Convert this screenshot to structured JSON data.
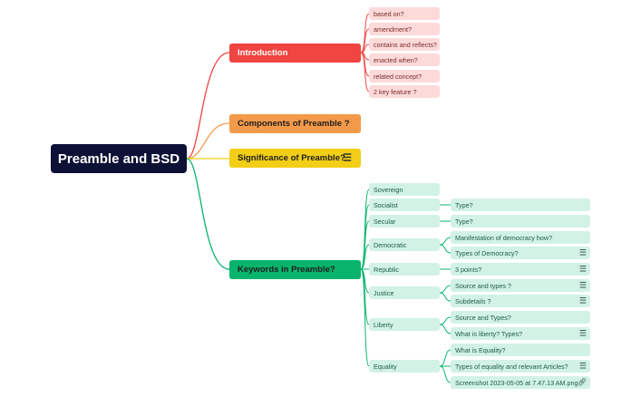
{
  "root": {
    "label": "Preamble and BSD"
  },
  "branches": {
    "introduction": {
      "label": "Introduction",
      "color": "#f04540",
      "children": [
        "based on?",
        "amendment?",
        "contains and reflects?",
        "enacted when?",
        "related concept?",
        "2 key feature ?"
      ]
    },
    "components": {
      "label": "Components of Preamble ?",
      "color": "#f39a4a"
    },
    "significance": {
      "label": "Significance of Preamble?",
      "color": "#f2ce16",
      "note_icon": "note-icon"
    },
    "keywords": {
      "label": "Keywords in Preamble?",
      "color": "#08b46c",
      "children": [
        {
          "label": "Sovereign",
          "children": []
        },
        {
          "label": "Socialist",
          "children": [
            {
              "label": "Type?"
            }
          ]
        },
        {
          "label": "Secular",
          "children": [
            {
              "label": "Type?"
            }
          ]
        },
        {
          "label": "Democratic",
          "children": [
            {
              "label": "Manifestation of democracy how?"
            },
            {
              "label": "Types of Democracy?",
              "icon": "note-icon"
            }
          ]
        },
        {
          "label": "Republic",
          "children": [
            {
              "label": "3 points?",
              "icon": "note-icon"
            }
          ]
        },
        {
          "label": "Justice",
          "children": [
            {
              "label": "Source and types ?",
              "icon": "note-icon"
            },
            {
              "label": "Subdetails ?",
              "icon": "note-icon"
            }
          ]
        },
        {
          "label": "Liberty",
          "children": [
            {
              "label": "Source and Types?"
            },
            {
              "label": "What is liberty? Types?",
              "icon": "note-icon"
            }
          ]
        },
        {
          "label": "Equality",
          "children": [
            {
              "label": "What is Equality?"
            },
            {
              "label": "Types of equality and relevant Articles?",
              "icon": "note-icon"
            },
            {
              "label": "Screenshot 2023-05-05 at 7.47.13 AM.png",
              "icon": "attachment-icon"
            }
          ]
        }
      ]
    }
  },
  "colors": {
    "pink_leaf": "#fddada",
    "green_leaf": "#d2f2e6",
    "root_bg": "#0d1136"
  }
}
